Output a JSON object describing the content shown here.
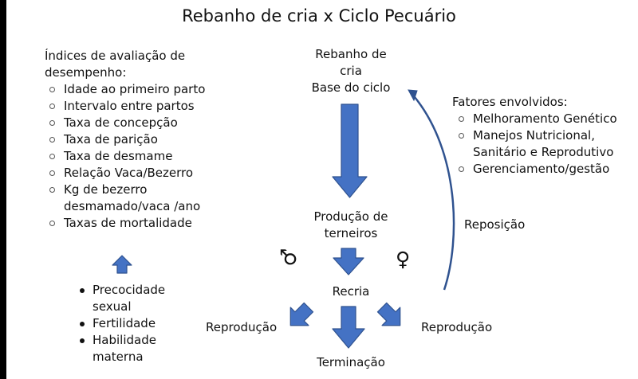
{
  "title": "Rebanho de cria x Ciclo Pecuário",
  "indices": {
    "heading": [
      "Índices de avaliação de",
      "desempenho:"
    ],
    "items": [
      [
        "Idade ao primeiro parto"
      ],
      [
        "Intervalo entre partos"
      ],
      [
        "Taxa de concepção"
      ],
      [
        "Taxa de parição"
      ],
      [
        "Taxa de desmame"
      ],
      [
        "Relação Vaca/Bezerro"
      ],
      [
        "Kg de bezerro",
        "desmamado/vaca /ano"
      ],
      [
        "Taxas de mortalidade"
      ]
    ]
  },
  "traits": [
    [
      "Precocidade",
      "sexual"
    ],
    [
      "Fertilidade"
    ],
    [
      "Habilidade",
      "materna"
    ]
  ],
  "flow": {
    "rebanho": [
      "Rebanho de",
      "cria",
      "Base do ciclo"
    ],
    "producao": [
      "Produção de",
      "terneiros"
    ],
    "recria": "Recria",
    "terminacao": "Terminação",
    "reproducao_left": "Reprodução",
    "reproducao_right": "Reprodução",
    "reposicao": "Reposição",
    "male_symbol": "♂",
    "female_symbol": "♀"
  },
  "fatores": {
    "heading": "Fatores envolvidos:",
    "items": [
      [
        "Melhoramento Genético"
      ],
      [
        "Manejos Nutricional,",
        "Sanitário e Reprodutivo"
      ],
      [
        "Gerenciamento/gestão"
      ]
    ]
  },
  "colors": {
    "arrow_fill": "#4472c4",
    "arrow_stroke": "#2f528f"
  }
}
